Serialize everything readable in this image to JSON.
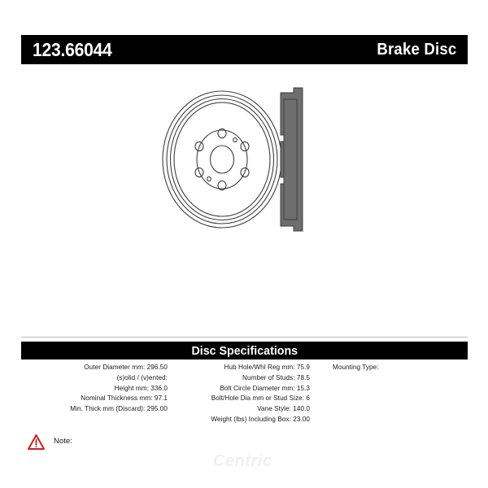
{
  "header": {
    "part_number": "123.66044",
    "category": "Brake Disc",
    "background_color": "#000000",
    "text_color": "#ffffff"
  },
  "product_image": {
    "name": "brake-drum-line-drawing",
    "views": [
      "front-face",
      "cross-section-side"
    ],
    "bolt_hole_count": 6,
    "line_color": "#3a3a3a"
  },
  "specs": {
    "section_title": "Disc Specifications",
    "columns": [
      {
        "name": "left",
        "lines": [
          "Outer Diameter mm: 296.50",
          "(s)olid / (v)ented:",
          "Height mm: 336.0",
          "Nominal Thickness mm: 97.1",
          "Min. Thick mm (Discard): 295.00"
        ]
      },
      {
        "name": "middle",
        "lines": [
          "Hub Hole/Whl Reg mm: 75.9",
          "Number of Studs: 78.5",
          "Bolt Circle Diameter mm: 15.3",
          "Bolt/Hole Dia mm or Stud Size: 6",
          "Vane Style: 140.0",
          "Weight (lbs) Including Box: 23.00"
        ]
      },
      {
        "name": "right",
        "lines": [
          "Mounting Type:"
        ]
      }
    ]
  },
  "note": {
    "icon": "warning-triangle-icon",
    "icon_color": "#cc2222",
    "label": "Note:",
    "value": ""
  },
  "watermark": {
    "text": "Centric"
  }
}
